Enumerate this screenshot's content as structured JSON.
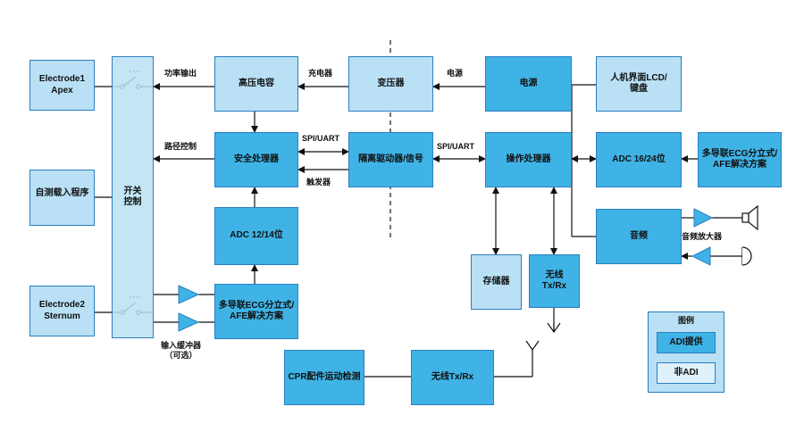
{
  "blocks": {
    "electrode1": "Electrode1\nApex",
    "self_test": "自测载入程序",
    "electrode2": "Electrode2\nSternum",
    "switch_ctrl": "开关\n控制",
    "hv_cap": "高压电容",
    "safety_proc": "安全处理器",
    "adc1214": "ADC 12/14位",
    "afe_left": "多导联ECG分立式/\nAFE解决方案",
    "transformer": "变压器",
    "iso_driver": "隔离驱动器/信号",
    "power": "电源",
    "op_proc": "操作处理器",
    "storage": "存储器",
    "wireless_txrx": "无线\nTx/Rx",
    "hmi": "人机界面LCD/\n键盘",
    "adc1624": "ADC 16/24位",
    "afe_right": "多导联ECG分立式/\nAFE解决方案",
    "audio": "音频",
    "cpr": "CPR配件运动检测",
    "wireless_bottom": "无线Tx/Rx"
  },
  "labels": {
    "power_output": "功率输出",
    "charger": "充电器",
    "power_source": "电源",
    "path_control": "路径控制",
    "spi_uart_left": "SPI/UART",
    "trigger": "触发器",
    "spi_uart_right": "SPI/UART",
    "input_buffer": "输入缓冲器\n（可选）",
    "audio_amp": "音频放大器"
  },
  "legend": {
    "title": "图例",
    "adi": "ADI提供",
    "non_adi": "非ADI"
  },
  "colors": {
    "adi_fill": "#3fb3e6",
    "non_adi_fill": "#b9e0f5",
    "border": "#2a7fbf",
    "wire": "#111111"
  }
}
